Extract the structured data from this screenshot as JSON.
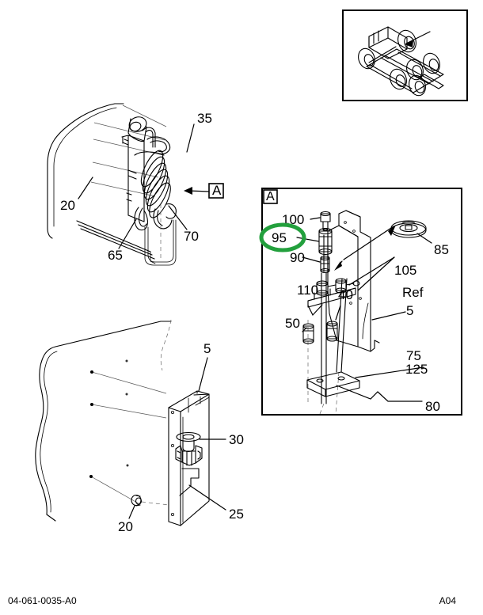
{
  "document": {
    "title": "Parts Illustration 04-061-0035-A0",
    "footer_left": "04-061-0035-A0",
    "footer_right": "A04"
  },
  "highlight": {
    "target_label": "95",
    "color": "#23a03d",
    "shape": "ellipse"
  },
  "inset": {
    "name": "chassis-overview-inset",
    "description": "truck chassis overview with arrow"
  },
  "detail_panel": {
    "tag": "A",
    "name": "detail-view-a"
  },
  "callouts": {
    "upper_assembly": [
      {
        "id": "c-35",
        "label": "35"
      },
      {
        "id": "c-20",
        "label": "20"
      },
      {
        "id": "c-65",
        "label": "65"
      },
      {
        "id": "c-70",
        "label": "70"
      },
      {
        "id": "c-a-ref",
        "label": "A"
      }
    ],
    "lower_assembly": [
      {
        "id": "c-5",
        "label": "5"
      },
      {
        "id": "c-30",
        "label": "30"
      },
      {
        "id": "c-25",
        "label": "25"
      },
      {
        "id": "c-20b",
        "label": "20"
      }
    ],
    "detail": [
      {
        "id": "d-100",
        "label": "100"
      },
      {
        "id": "d-95",
        "label": "95"
      },
      {
        "id": "d-90",
        "label": "90"
      },
      {
        "id": "d-85",
        "label": "85"
      },
      {
        "id": "d-105",
        "label": "105"
      },
      {
        "id": "d-110",
        "label": "110"
      },
      {
        "id": "d-40",
        "label": "40"
      },
      {
        "id": "d-ref",
        "label": "Ref"
      },
      {
        "id": "d-5",
        "label": "5"
      },
      {
        "id": "d-50",
        "label": "50"
      },
      {
        "id": "d-75",
        "label": "75"
      },
      {
        "id": "d-125",
        "label": "125"
      },
      {
        "id": "d-80",
        "label": "80"
      }
    ]
  }
}
